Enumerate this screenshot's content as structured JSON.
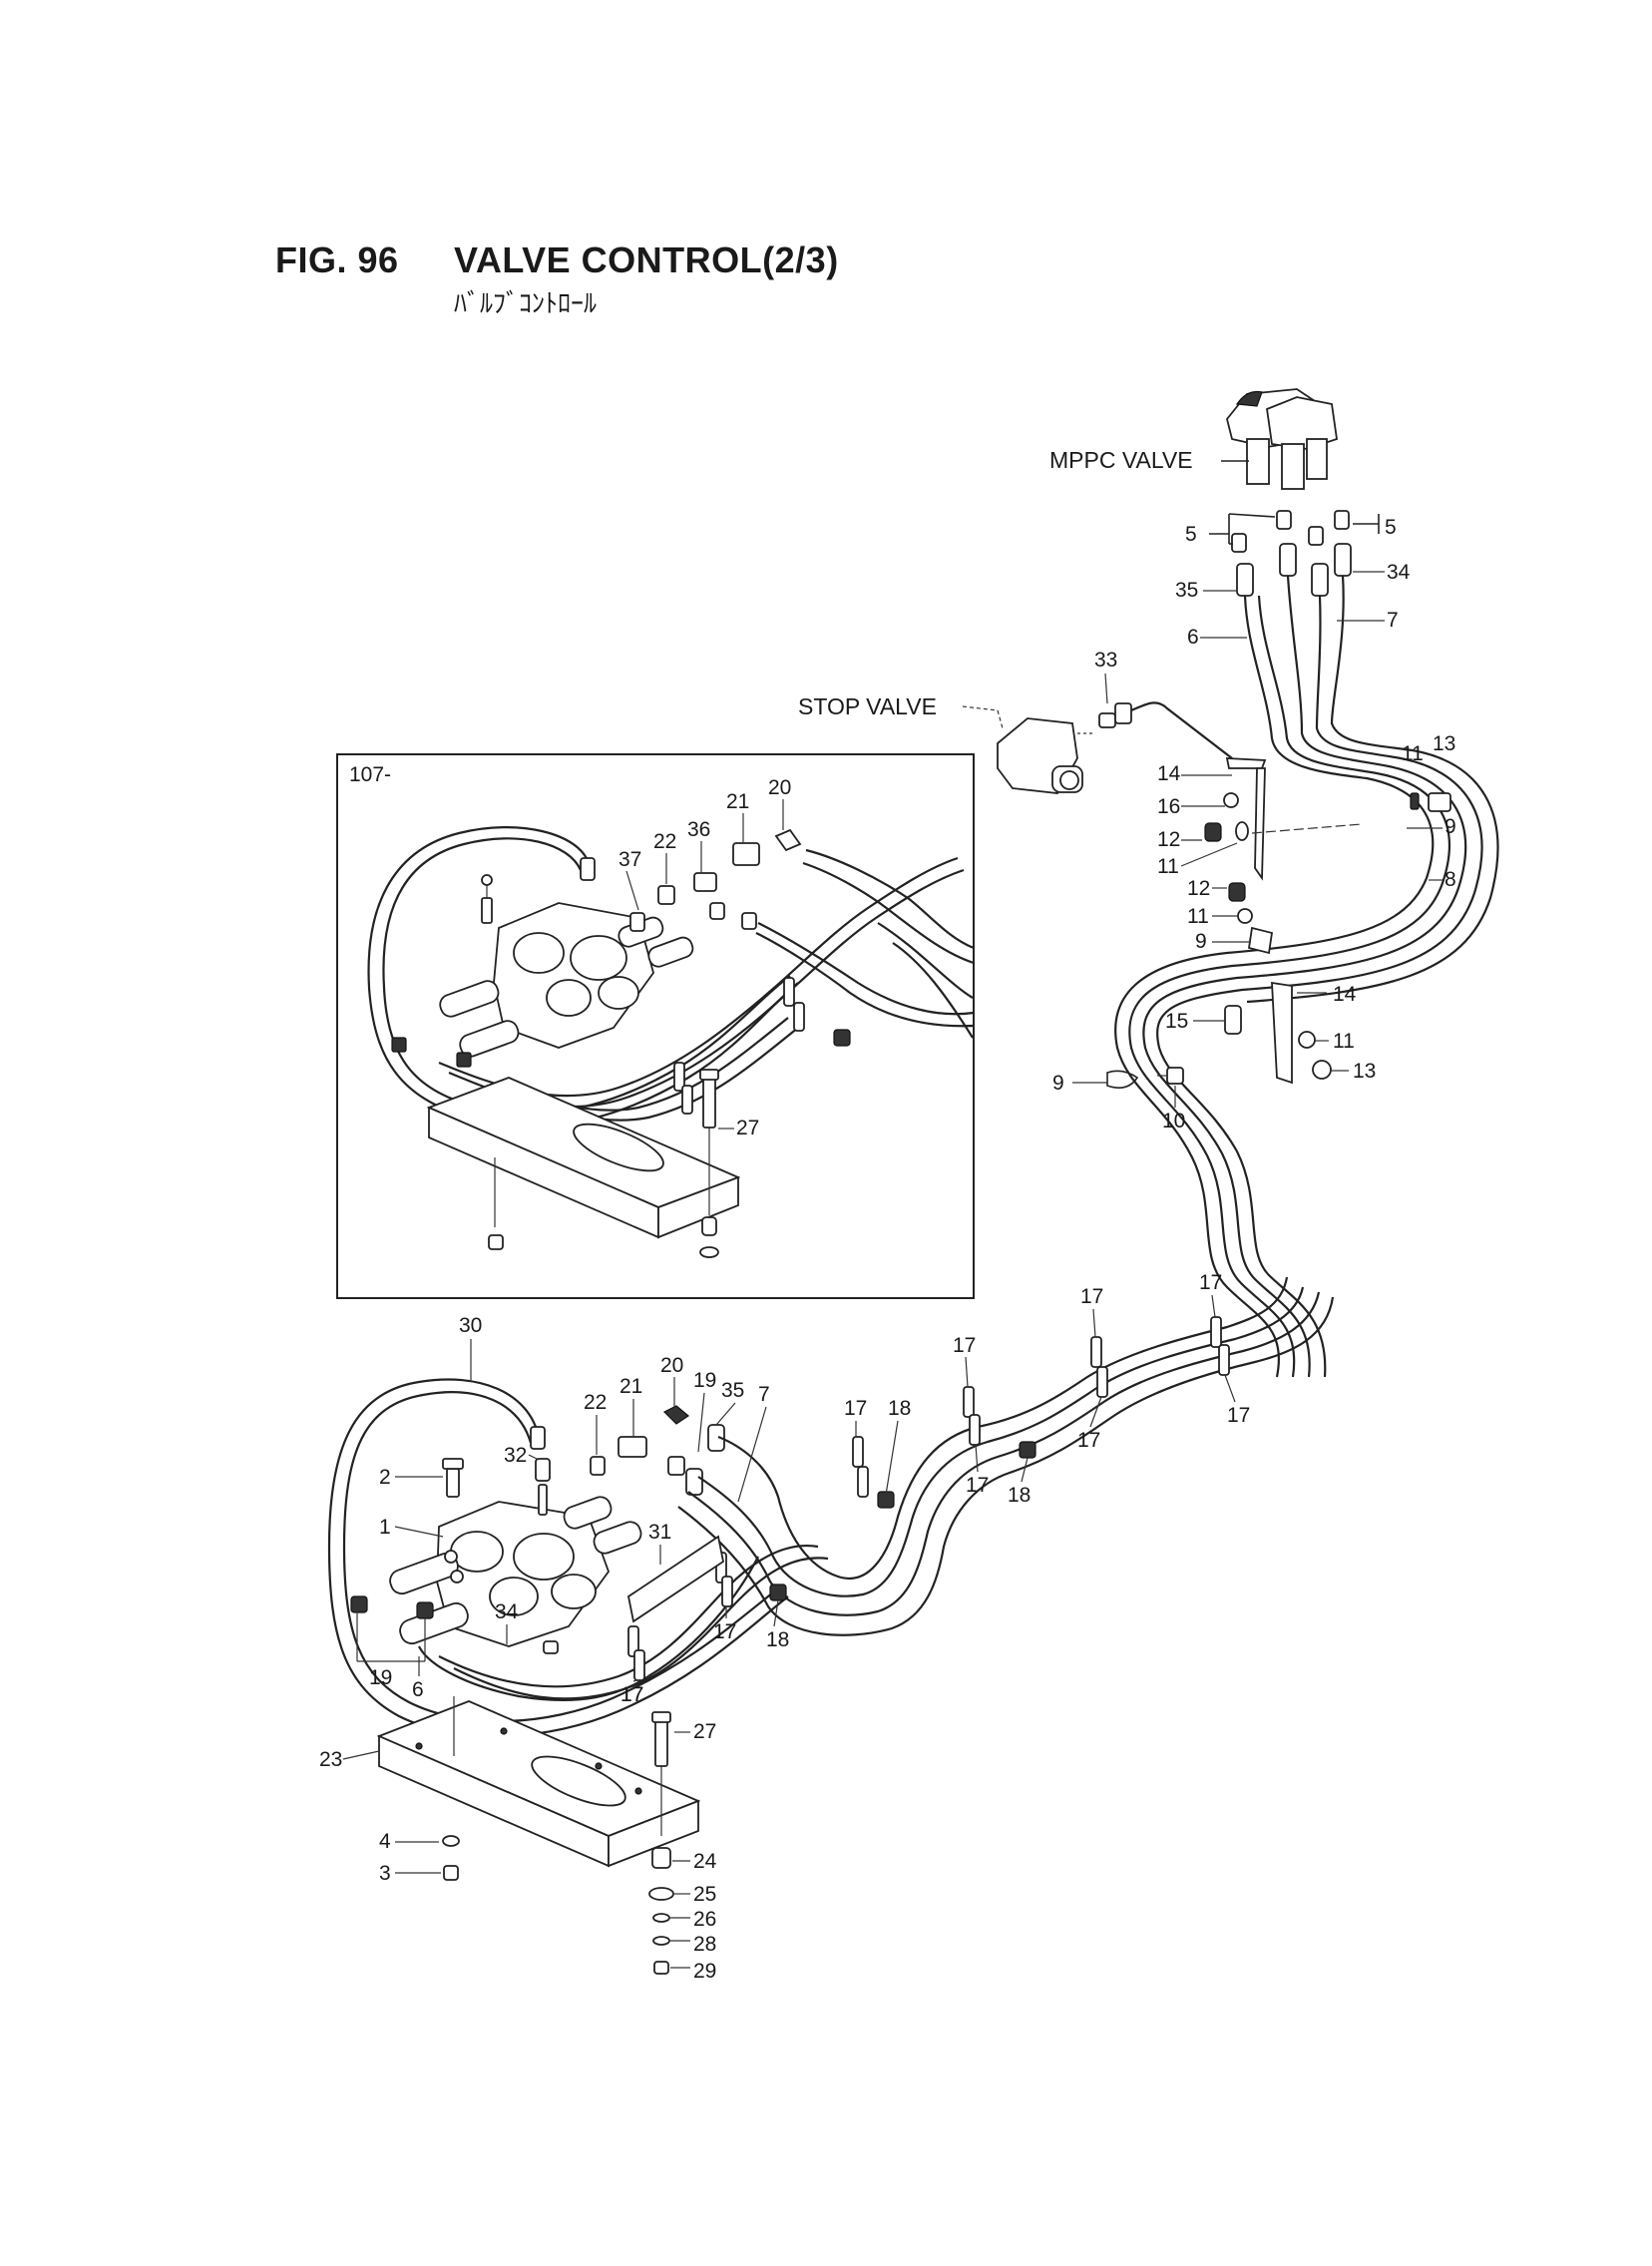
{
  "header": {
    "fig_number": "FIG. 96",
    "title": "VALVE CONTROL(2/3)",
    "subtitle_jp": "ﾊﾞﾙﾌﾞｺﾝﾄﾛｰﾙ"
  },
  "callouts": {
    "mppc_valve": "MPPC VALVE",
    "stop_valve": "STOP VALVE",
    "inset_serial": "107-"
  },
  "inset_labels": [
    "37",
    "22",
    "36",
    "21",
    "20",
    "27"
  ],
  "main_labels": [
    "5",
    "5",
    "35",
    "34",
    "6",
    "7",
    "33",
    "14",
    "16",
    "12",
    "11",
    "11",
    "13",
    "9",
    "8",
    "12",
    "11",
    "9",
    "14",
    "15",
    "11",
    "13",
    "9",
    "10",
    "30",
    "20",
    "19",
    "22",
    "21",
    "35",
    "7",
    "32",
    "2",
    "1",
    "17",
    "18",
    "17",
    "17",
    "17",
    "17",
    "17",
    "18",
    "17",
    "17",
    "31",
    "34",
    "17",
    "18",
    "19",
    "6",
    "17",
    "23",
    "27",
    "4",
    "3",
    "24",
    "25",
    "26",
    "28",
    "29"
  ]
}
